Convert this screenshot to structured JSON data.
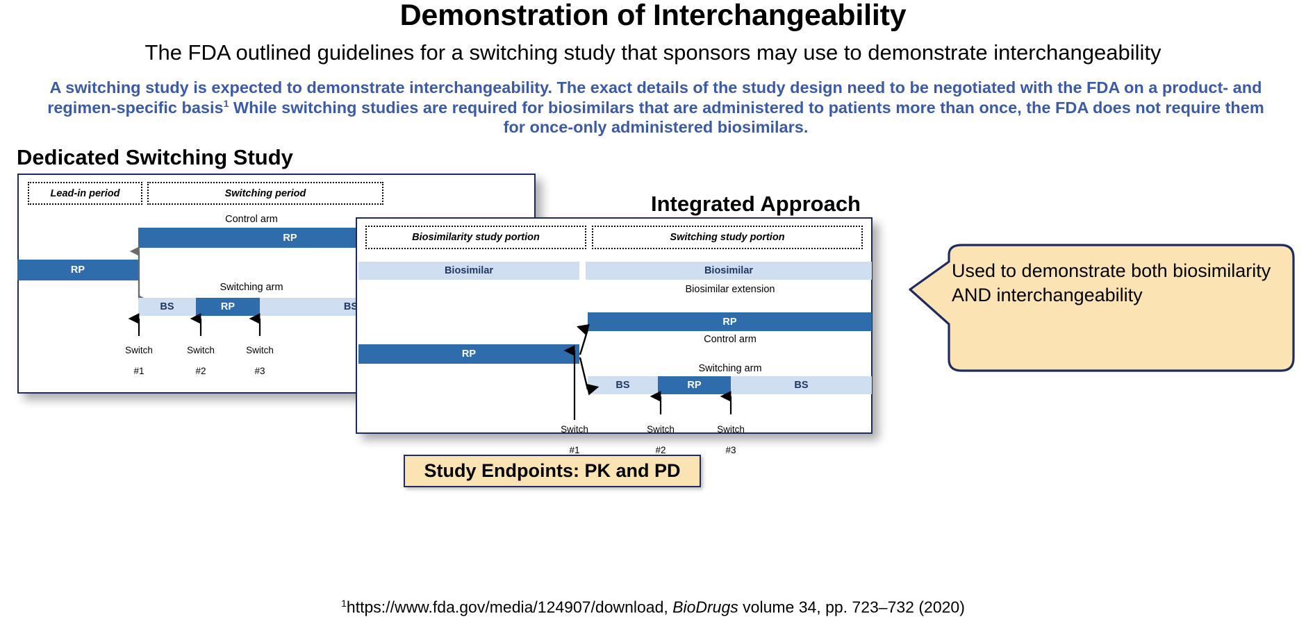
{
  "slide": {
    "title": "Demonstration of Interchangeability",
    "subtitle": "The FDA outlined guidelines for a switching study that sponsors may use to demonstrate interchangeability",
    "lede_part1": "A switching study is expected to demonstrate interchangeability. The exact details of the study design need to be negotiated with the FDA on a product- and regimen-specific basis",
    "lede_sup": "1",
    "lede_part2": " While switching studies are required for biosimilars that are administered to patients more than once, the FDA does not require them for once-only administered biosimilars.",
    "footnote_sup": "1",
    "footnote_url": "https://www.fda.gov/media/124907/download, ",
    "footnote_journal": "BioDrugs",
    "footnote_rest": " volume 34, pp. 723–732 (2020)"
  },
  "dedicated_panel": {
    "heading": "Dedicated Switching Study",
    "periods": [
      {
        "label": "Lead-in period"
      },
      {
        "label": "Switching period"
      }
    ],
    "lead_in_bar": {
      "label": "RP"
    },
    "control_arm": {
      "arm_label": "Control arm",
      "bar_label": "RP"
    },
    "switching_arm": {
      "arm_label": "Switching arm",
      "segments": [
        {
          "label": "BS",
          "type": "bs"
        },
        {
          "label": "RP",
          "type": "rp"
        },
        {
          "label": "BS",
          "type": "bs"
        }
      ]
    },
    "switches": [
      {
        "line1": "Switch",
        "line2": "#1"
      },
      {
        "line1": "Switch",
        "line2": "#2"
      },
      {
        "line1": "Switch",
        "line2": "#3"
      }
    ]
  },
  "integrated_panel": {
    "heading": "Integrated Approach",
    "periods": [
      {
        "label": "Biosimilarity study portion"
      },
      {
        "label": "Switching study portion"
      }
    ],
    "biosimilar_left": {
      "label": "Biosimilar"
    },
    "biosimilar_right": {
      "label": "Biosimilar"
    },
    "biosimilar_extension_label": "Biosimilar extension",
    "rp_left": {
      "label": "RP"
    },
    "control_arm": {
      "arm_label": "Control arm",
      "bar_label": "RP"
    },
    "switching_arm": {
      "arm_label": "Switching arm",
      "segments": [
        {
          "label": "BS",
          "type": "bs"
        },
        {
          "label": "RP",
          "type": "rp"
        },
        {
          "label": "BS",
          "type": "bs"
        }
      ]
    },
    "switches": [
      {
        "line1": "Switch",
        "line2": "#1"
      },
      {
        "line1": "Switch",
        "line2": "#2"
      },
      {
        "line1": "Switch",
        "line2": "#3"
      }
    ]
  },
  "callout": {
    "text": "Used to demonstrate both biosimilarity AND interchangeability"
  },
  "endpoints": {
    "label": "Study Endpoints: PK and PD"
  },
  "colors": {
    "rp_bar": "#2e6cab",
    "bs_bar": "#cfdef0",
    "panel_border": "#1f2a5e",
    "lede_blue": "#3b5aa8",
    "callout_fill": "#fce3b4",
    "endpoints_fill": "#fce3b4"
  }
}
